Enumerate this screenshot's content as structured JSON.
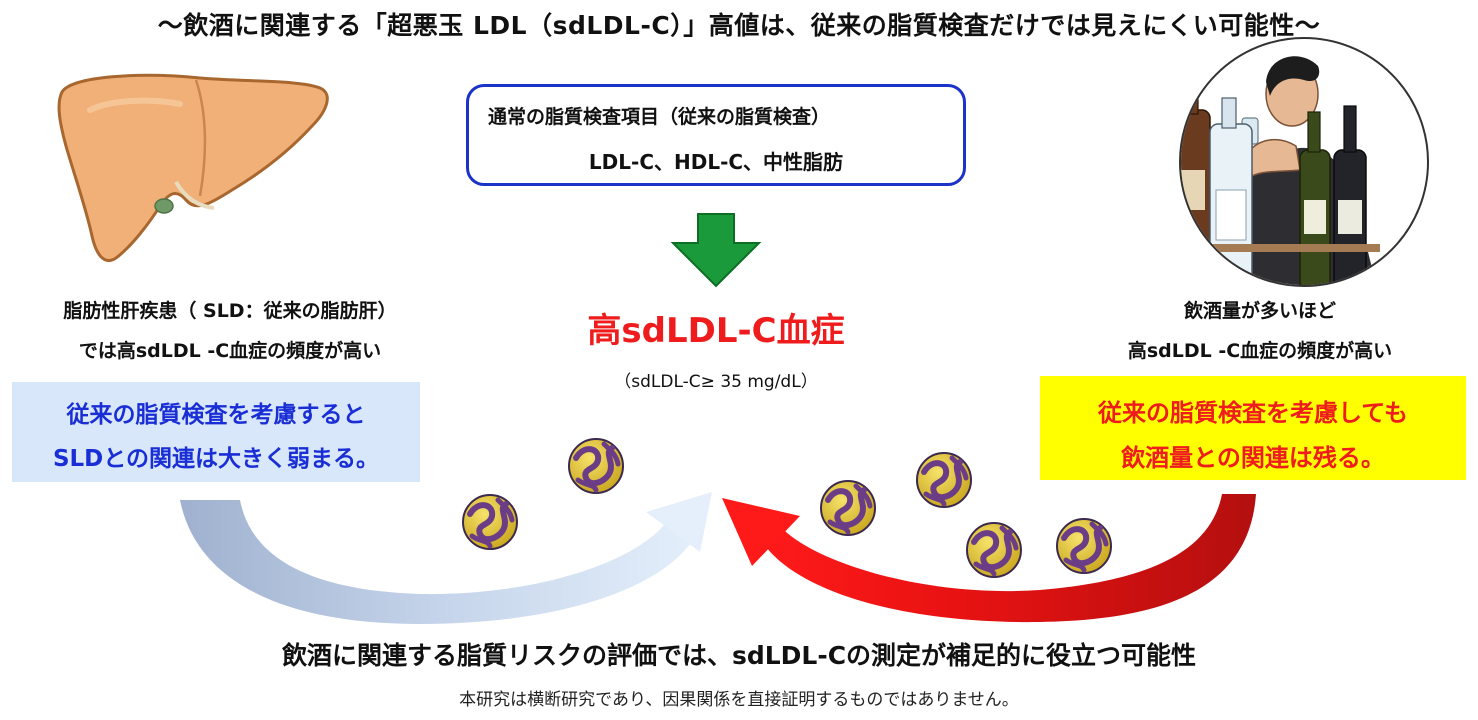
{
  "title": "〜飲酒に関連する「超悪玉 LDL（sdLDL-C）」高値は、従来の脂質検査だけでは見えにくい可能性〜",
  "traditional_box": {
    "heading": "通常の脂質検査項目（従来の脂質検査）",
    "items": "LDL-C、HDL-C、中性脂肪"
  },
  "center": {
    "title": "高sdLDL-C血症",
    "subtitle": "（sdLDL-C≥ 35 mg/dL）"
  },
  "left": {
    "caption_line1": "脂肪性肝疾患（ SLD：従来の脂肪肝）",
    "caption_line2": "では高sdLDL -C血症の頻度が高い",
    "box_line1": "従来の脂質検査を考慮すると",
    "box_line2": "SLDとの関連は大きく弱まる。"
  },
  "right": {
    "caption_line1": "飲酒量が多いほど",
    "caption_line2": "高sdLDL -C血症の頻度が高い",
    "box_line1": "従来の脂質検査を考慮しても",
    "box_line2": "飲酒量との関連は残る。"
  },
  "conclusion": "飲酒に関連する脂質リスクの評価では、sdLDL-Cの測定が補足的に役立つ可能性",
  "disclaimer": "本研究は横断研究であり、因果関係を直接証明するものではありません。",
  "colors": {
    "box_border": "#1b33c8",
    "center_title": "#ee1c1c",
    "left_text": "#1a2ed6",
    "left_box": "#d8e8fa",
    "right_text": "#ee1c1c",
    "right_box": "#ffff00",
    "down_arrow": "#1a9a3a"
  }
}
